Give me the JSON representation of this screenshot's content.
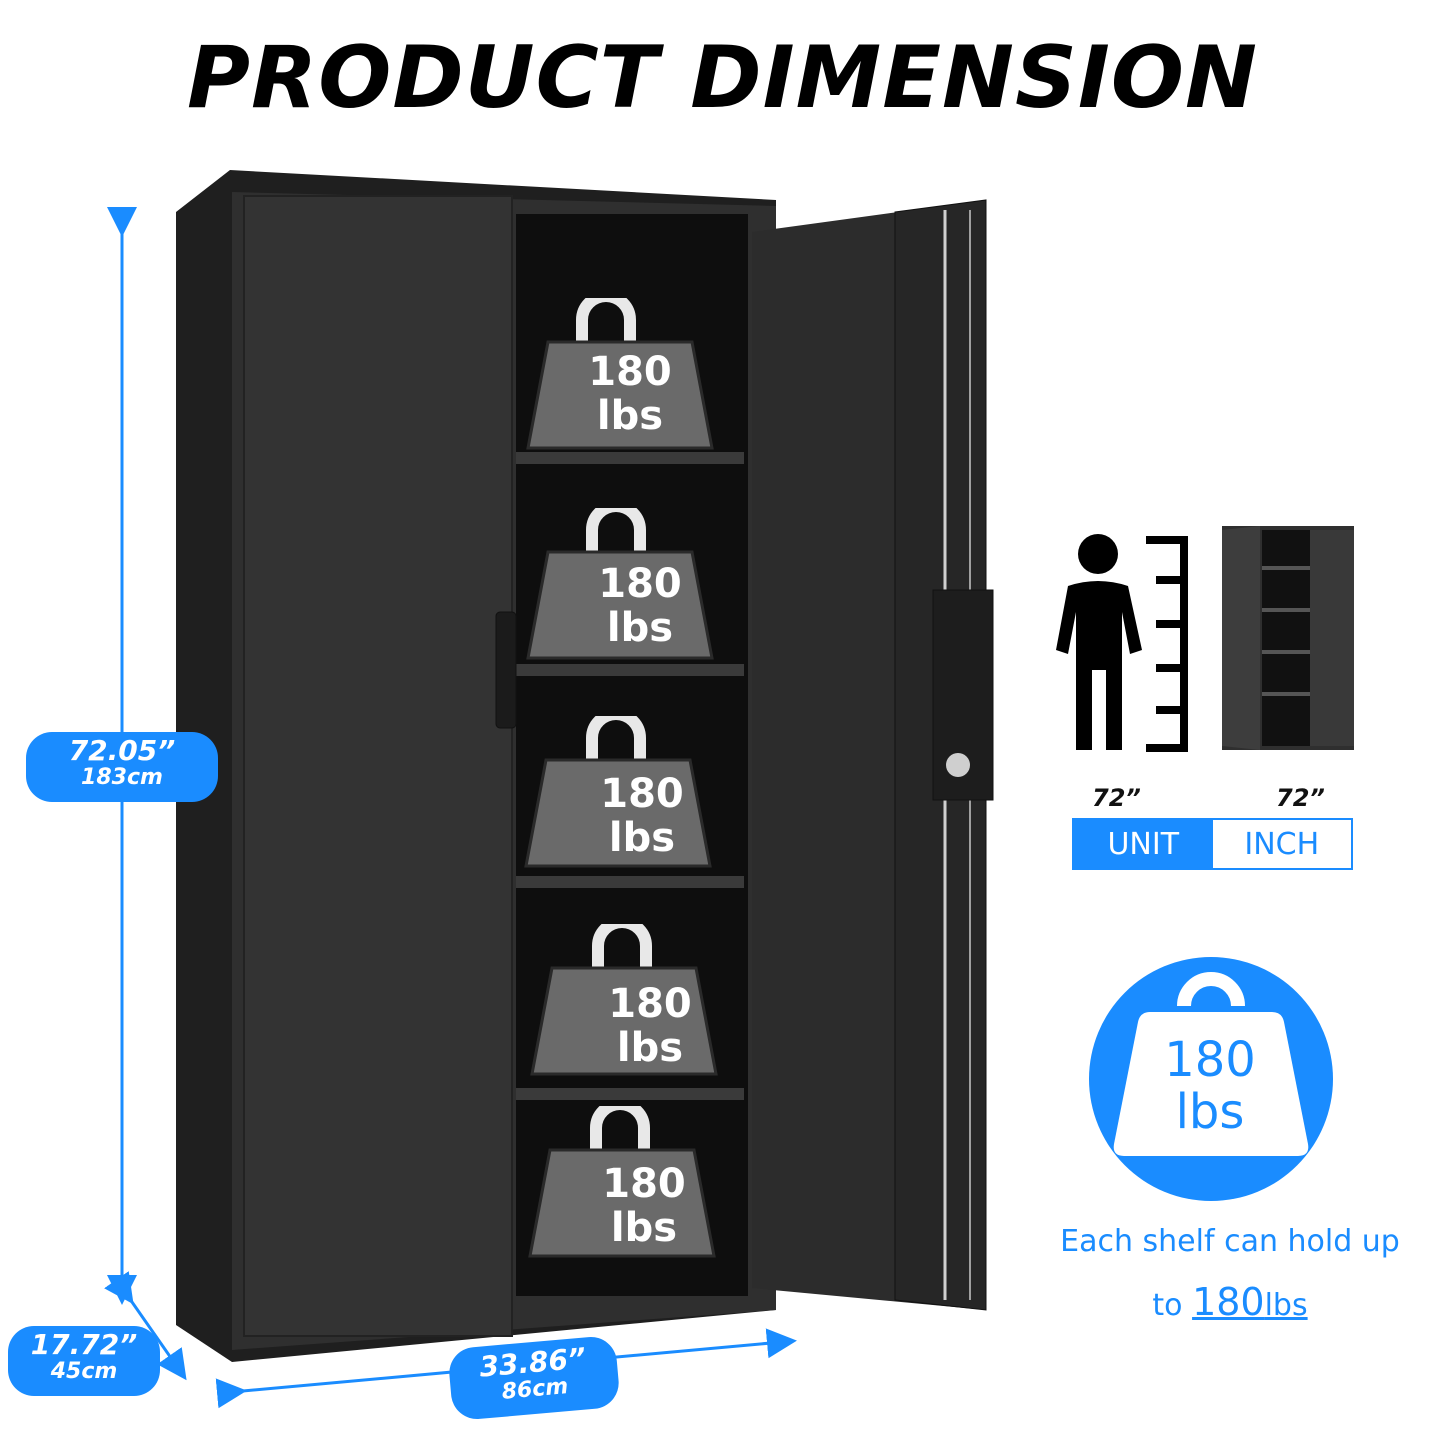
{
  "title": "PRODUCT DIMENSION",
  "dimensions": {
    "height": {
      "in": "72.05”",
      "cm": "183cm"
    },
    "depth": {
      "in": "17.72”",
      "cm": "45cm"
    },
    "width": {
      "in": "33.86”",
      "cm": "86cm"
    }
  },
  "shelf_weights": [
    {
      "num": "180",
      "unit": "lbs"
    },
    {
      "num": "180",
      "unit": "lbs"
    },
    {
      "num": "180",
      "unit": "lbs"
    },
    {
      "num": "180",
      "unit": "lbs"
    },
    {
      "num": "180",
      "unit": "lbs"
    }
  ],
  "comparison": {
    "person_height": "72”",
    "cabinet_height": "72”",
    "unit_label": "UNIT",
    "inch_label": "INCH"
  },
  "capacity_badge": {
    "num": "180",
    "unit": "lbs"
  },
  "capacity_text": {
    "line1": "Each shelf can hold up",
    "line2_prefix": "to",
    "line2_num": "180",
    "line2_unit": "lbs"
  },
  "colors": {
    "accent": "#1a8cff",
    "cabinet": "#2b2b2b",
    "weight": "#6a6a6a"
  }
}
